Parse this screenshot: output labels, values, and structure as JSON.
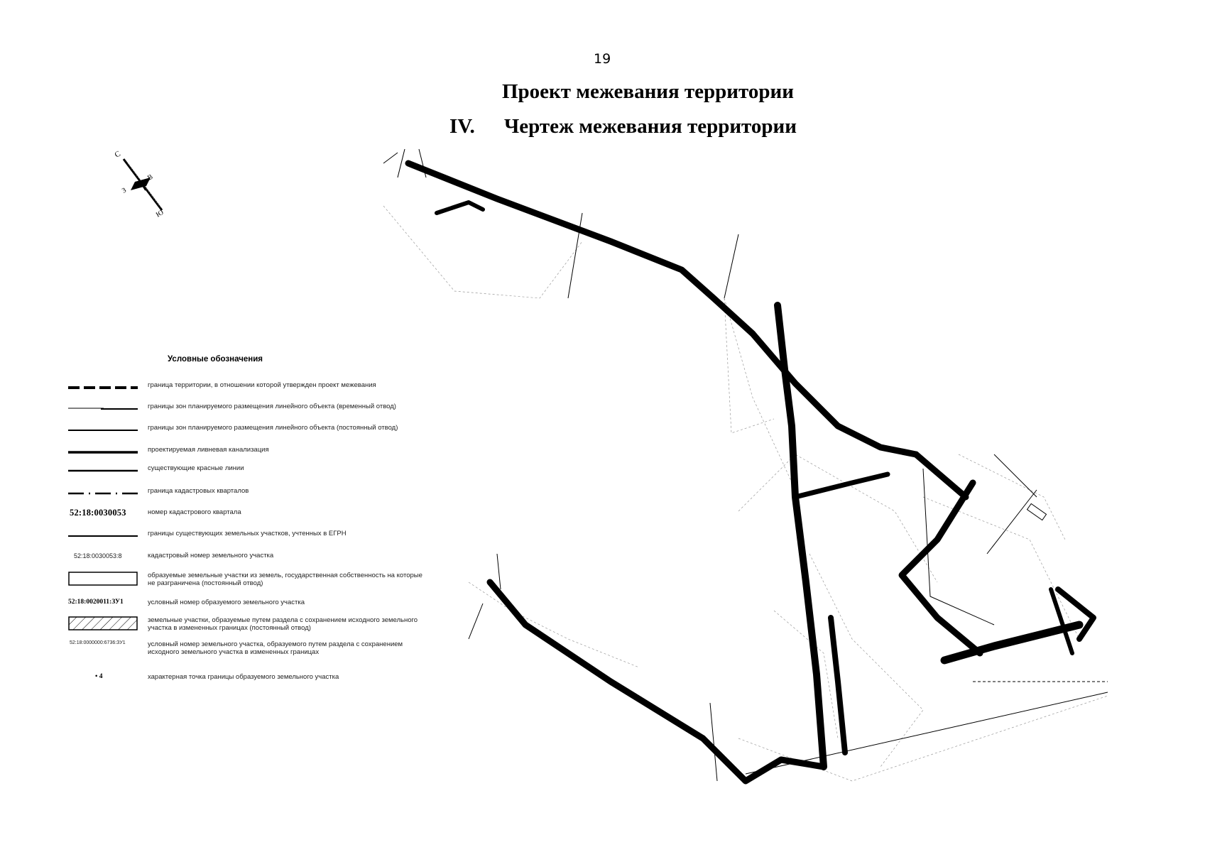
{
  "page": {
    "number": "19",
    "title": "Проект межевания территории",
    "section_number": "IV.",
    "section_title": "Чертеж межевания территории"
  },
  "compass": {
    "north": "С",
    "south": "Ю",
    "east": "В",
    "west": "З"
  },
  "legend": {
    "title": "Условные обозначения",
    "items": [
      {
        "symbol": "thick-dashed-line",
        "label": "граница  территории, в отношении которой утвержден проект межевания"
      },
      {
        "symbol": "thin-solid-line",
        "label": "границы зон планируемого размещения линейного объекта (временный отвод)"
      },
      {
        "symbol": "medium-solid-line",
        "label": "границы зон планируемого размещения линейного объекта (постоянный отвод)"
      },
      {
        "symbol": "thick-solid-line",
        "label": "проектируемая ливневая канализация"
      },
      {
        "symbol": "solid-line",
        "label": "существующие красные линии"
      },
      {
        "symbol": "dash-dot-line",
        "label": "граница кадастровых кварталов"
      },
      {
        "symbol_text": "52:18:0030053",
        "label": "номер кадастрового квартала"
      },
      {
        "symbol": "solid-line",
        "label": "границы существующих земельных участков, учтенных в ЕГРН"
      },
      {
        "symbol_text": "52:18:0030053:8",
        "label": "кадастровый номер земельного участка"
      },
      {
        "symbol": "empty-rectangle",
        "label": "образуемые земельные участки из земель, государственная собственность на которые не разграничена (постоянный отвод)"
      },
      {
        "symbol_text": "52:18:0020011:ЗУ1",
        "label": "условный номер образуемого земельного участка"
      },
      {
        "symbol": "hatched-rectangle",
        "label": "земельные участки, образуемые путем раздела с сохранением исходного земельного участка в измененных границах (постоянный отвод)"
      },
      {
        "symbol_text": "52:18:0000000:6736:ЗУ1",
        "label": "условный номер земельного участка, образуемого путем раздела с сохранением исходного земельного участка в измененных границах"
      },
      {
        "symbol_text": "• 4",
        "label": "характерная точка границы образуемого земельного участка"
      }
    ]
  }
}
